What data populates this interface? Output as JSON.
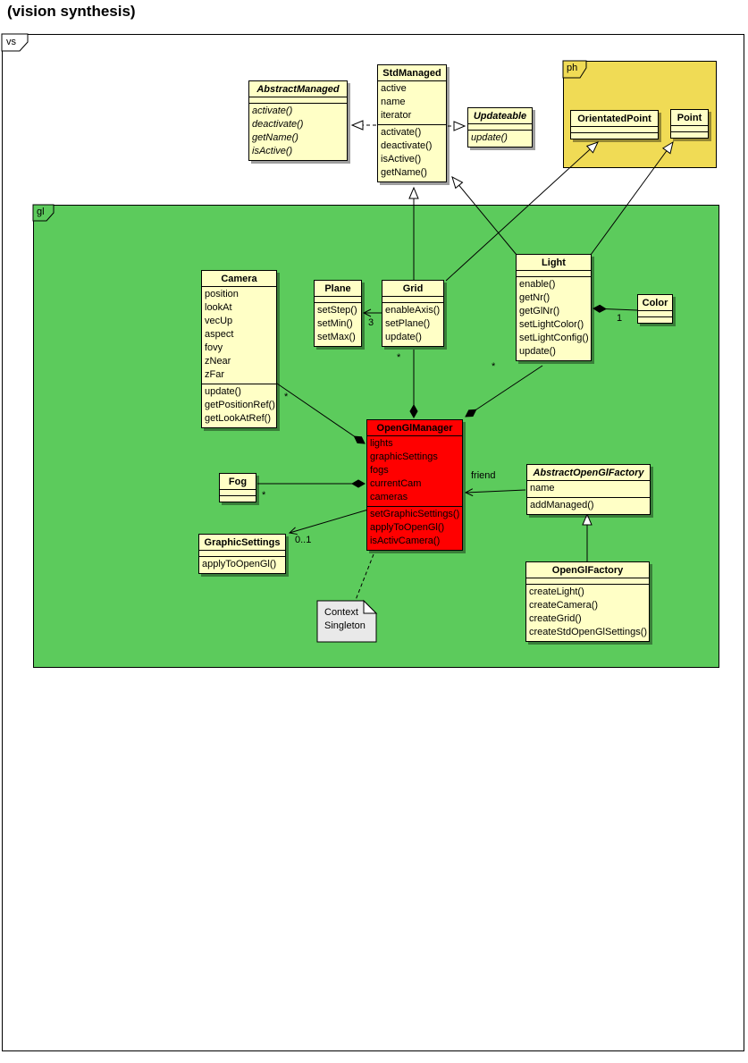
{
  "title": "(vision synthesis)",
  "packages": {
    "outer": {
      "label": "vs"
    },
    "gl": {
      "label": "gl"
    },
    "ph": {
      "label": "ph"
    }
  },
  "colors": {
    "class_fill": "#FFFFC6",
    "gl_package_fill": "#5CCB5C",
    "ph_package_fill": "#F0DB55",
    "highlight_class_fill": "#FF0000",
    "note_fill": "#E9E9E9"
  },
  "classes": {
    "abstract_managed": {
      "name": "AbstractManaged",
      "attributes": [],
      "methods": [
        "activate()",
        "deactivate()",
        "getName()",
        "isActive()"
      ]
    },
    "std_managed": {
      "name": "StdManaged",
      "attributes": [
        "active",
        "name",
        "iterator"
      ],
      "methods": [
        "activate()",
        "deactivate()",
        "isActive()",
        "getName()"
      ]
    },
    "updateable": {
      "name": "Updateable",
      "attributes": [],
      "methods": [
        "update()"
      ]
    },
    "orientated_point": {
      "name": "OrientatedPoint",
      "attributes": [],
      "methods": []
    },
    "point": {
      "name": "Point",
      "attributes": [],
      "methods": []
    },
    "camera": {
      "name": "Camera",
      "attributes": [
        "position",
        "lookAt",
        "vecUp",
        "aspect",
        "fovy",
        "zNear",
        "zFar"
      ],
      "methods": [
        "update()",
        "getPositionRef()",
        "getLookAtRef()"
      ]
    },
    "plane": {
      "name": "Plane",
      "attributes": [],
      "methods": [
        "setStep()",
        "setMin()",
        "setMax()"
      ]
    },
    "grid": {
      "name": "Grid",
      "attributes": [],
      "methods": [
        "enableAxis()",
        "setPlane()",
        "update()"
      ]
    },
    "light": {
      "name": "Light",
      "attributes": [],
      "methods": [
        "enable()",
        "getNr()",
        "getGlNr()",
        "setLightColor()",
        "setLightConfig()",
        "update()"
      ]
    },
    "color": {
      "name": "Color",
      "attributes": [],
      "methods": []
    },
    "fog": {
      "name": "Fog",
      "attributes": [],
      "methods": []
    },
    "graphic_settings": {
      "name": "GraphicSettings",
      "attributes": [],
      "methods": [
        "applyToOpenGl()"
      ]
    },
    "opengl_manager": {
      "name": "OpenGlManager",
      "attributes": [
        "lights",
        "graphicSettings",
        "fogs",
        "currentCam",
        "cameras"
      ],
      "methods": [
        "setGraphicSettings()",
        "applyToOpenGl()",
        "isActivCamera()"
      ]
    },
    "abstract_opengl_factory": {
      "name": "AbstractOpenGlFactory",
      "attributes": [
        "name"
      ],
      "methods": [
        "addManaged()"
      ]
    },
    "opengl_factory": {
      "name": "OpenGlFactory",
      "attributes": [],
      "methods": [
        "createLight()",
        "createCamera()",
        "createGrid()",
        "createStdOpenGlSettings()"
      ]
    }
  },
  "note": {
    "lines": [
      "Context",
      "Singleton"
    ]
  },
  "labels": {
    "grid_plane_mult": "3",
    "grid_manager_mult": "*",
    "light_manager_mult": "*",
    "camera_manager_mult": "*",
    "fog_manager_mult": "*",
    "graphic_settings_mult": "0..1",
    "color_mult": "1",
    "friend": "friend"
  }
}
